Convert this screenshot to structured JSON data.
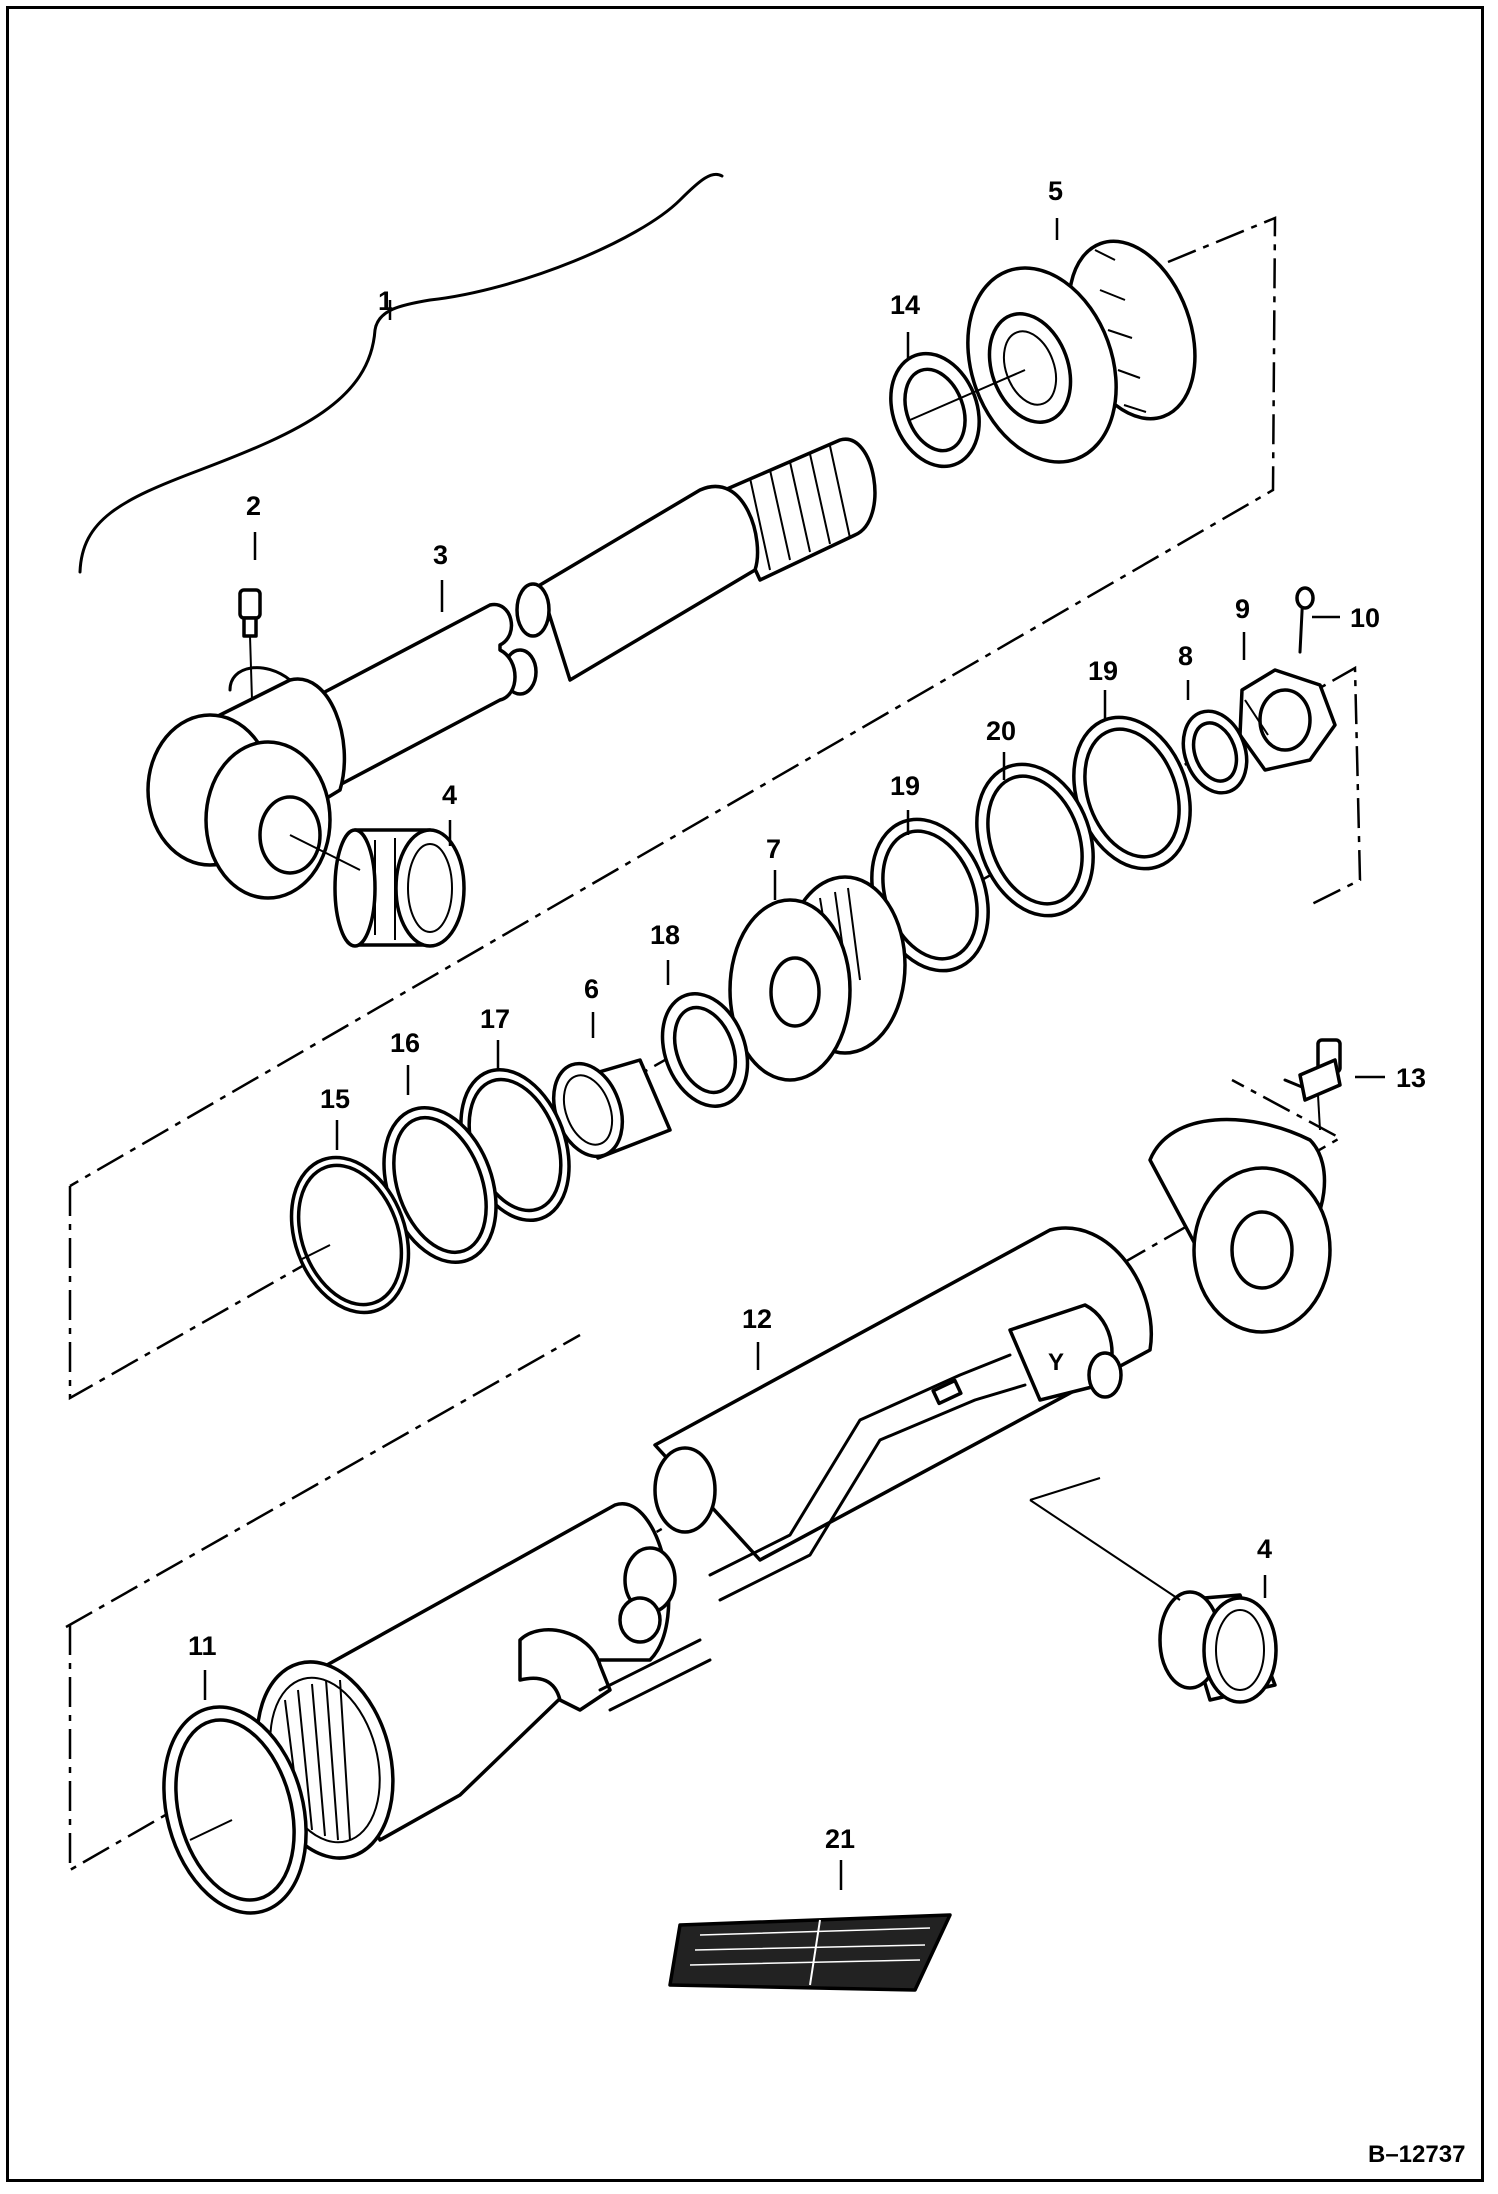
{
  "figure": {
    "reference_code": "B–12737"
  },
  "callouts": [
    {
      "id": "c1",
      "label": "1"
    },
    {
      "id": "c2",
      "label": "2"
    },
    {
      "id": "c3",
      "label": "3"
    },
    {
      "id": "c4a",
      "label": "4"
    },
    {
      "id": "c5",
      "label": "5"
    },
    {
      "id": "c14",
      "label": "14"
    },
    {
      "id": "c9",
      "label": "9"
    },
    {
      "id": "c10",
      "label": "10"
    },
    {
      "id": "c8",
      "label": "8"
    },
    {
      "id": "c19a",
      "label": "19"
    },
    {
      "id": "c20",
      "label": "20"
    },
    {
      "id": "c19b",
      "label": "19"
    },
    {
      "id": "c7",
      "label": "7"
    },
    {
      "id": "c18",
      "label": "18"
    },
    {
      "id": "c6",
      "label": "6"
    },
    {
      "id": "c17",
      "label": "17"
    },
    {
      "id": "c16",
      "label": "16"
    },
    {
      "id": "c15",
      "label": "15"
    },
    {
      "id": "c13",
      "label": "13"
    },
    {
      "id": "c12",
      "label": "12"
    },
    {
      "id": "c4b",
      "label": "4"
    },
    {
      "id": "c11",
      "label": "11"
    },
    {
      "id": "c21",
      "label": "21"
    }
  ]
}
